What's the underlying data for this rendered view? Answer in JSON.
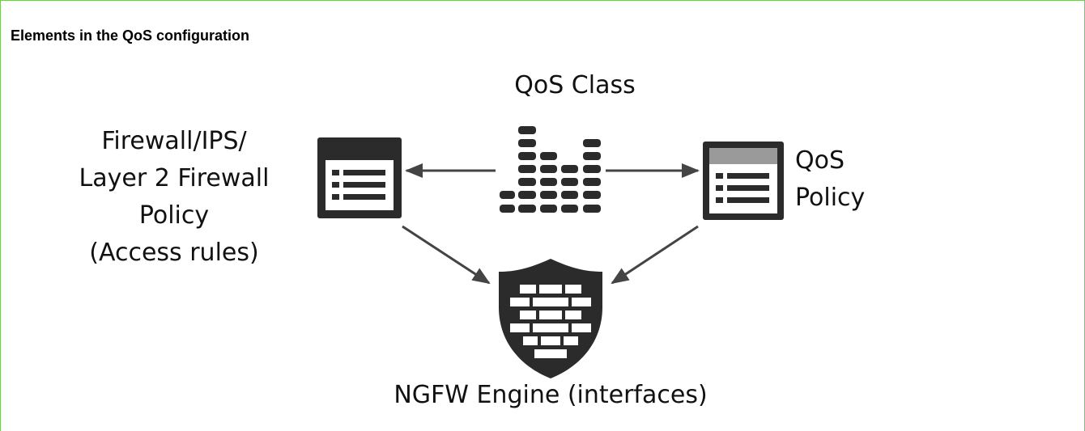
{
  "caption": "Elements in the QoS configuration",
  "nodes": {
    "firewall_policy": {
      "lines": [
        "Firewall/IPS/",
        "Layer 2 Firewall",
        "Policy",
        "(Access rules)"
      ],
      "icon": "policy-document-icon"
    },
    "qos_class": {
      "lines": [
        "QoS Class"
      ],
      "icon": "qos-class-bars-icon"
    },
    "qos_policy": {
      "lines": [
        "QoS",
        "Policy"
      ],
      "icon": "qos-policy-document-icon"
    },
    "ngfw_engine": {
      "lines": [
        "NGFW Engine (interfaces)"
      ],
      "icon": "firewall-shield-icon"
    }
  },
  "colors": {
    "frame": "#7dc266",
    "icon_dark": "#2b2b2b",
    "arrow": "#444444"
  }
}
